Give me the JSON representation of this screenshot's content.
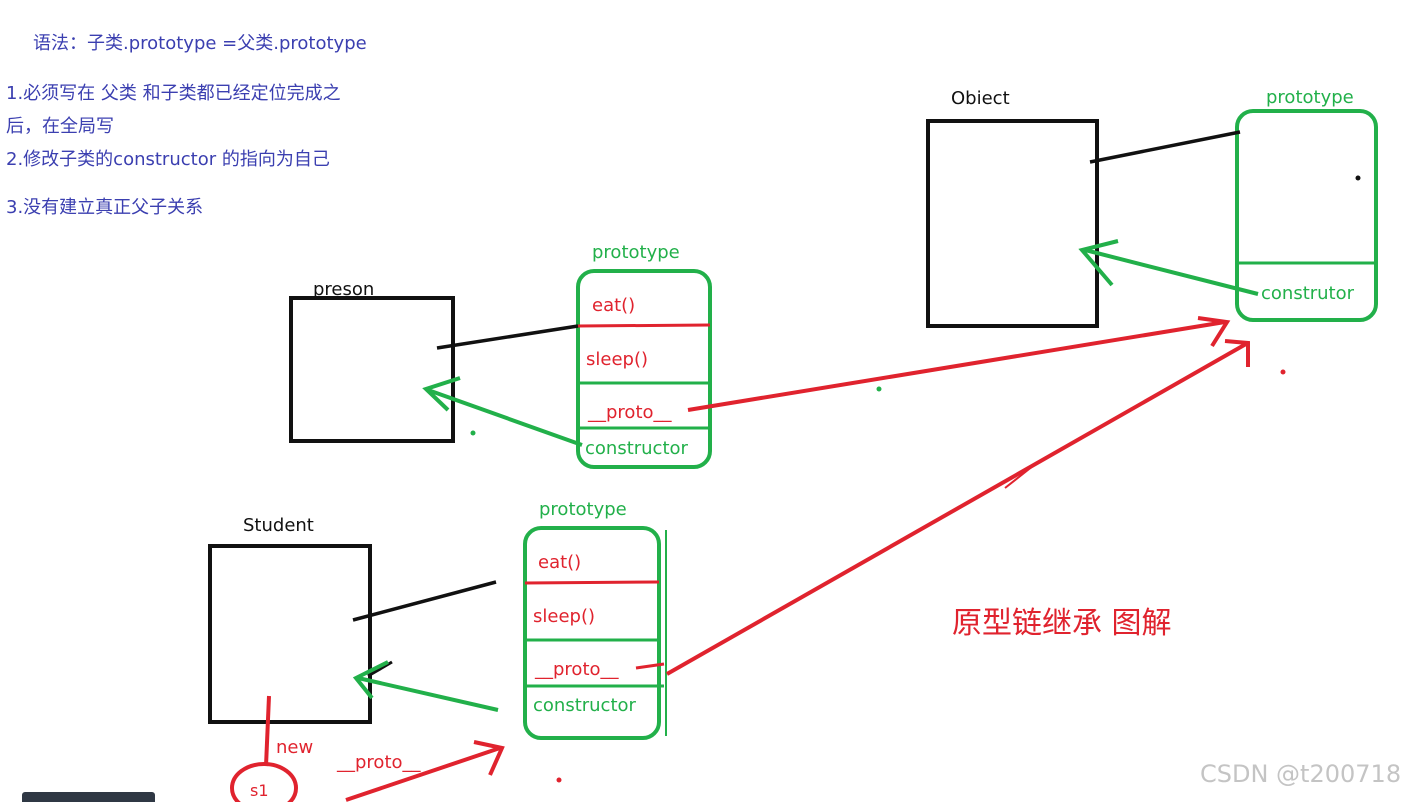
{
  "notes": {
    "syntax": "语法：子类.prototype =父类.prototype",
    "point1_line1": "1.必须写在 父类 和子类都已经定位完成之",
    "point1_line2": "后，在全局写",
    "point2": "2.修改子类的constructor 的指向为自己",
    "point3": "3.没有建立真正父子关系"
  },
  "diagram": {
    "title": "原型链继承 图解",
    "object": {
      "name": "Obiect",
      "prototype_label": "prototype",
      "slot": "construtor"
    },
    "person": {
      "name": "preson",
      "prototype_label": "prototype",
      "slots": [
        "eat()",
        "sleep()",
        "__proto__",
        "constructor"
      ]
    },
    "student": {
      "name": "Student",
      "prototype_label": "prototype",
      "slots": [
        "eat()",
        "sleep()",
        "__proto__",
        "constructor"
      ]
    },
    "instance": {
      "name": "s1",
      "new_label": "new",
      "proto_label": "__proto__"
    }
  },
  "watermark": "CSDN @t200718",
  "colors": {
    "note": "#3b3fb0",
    "green": "#22b04a",
    "red": "#e0232e",
    "black": "#111111"
  }
}
